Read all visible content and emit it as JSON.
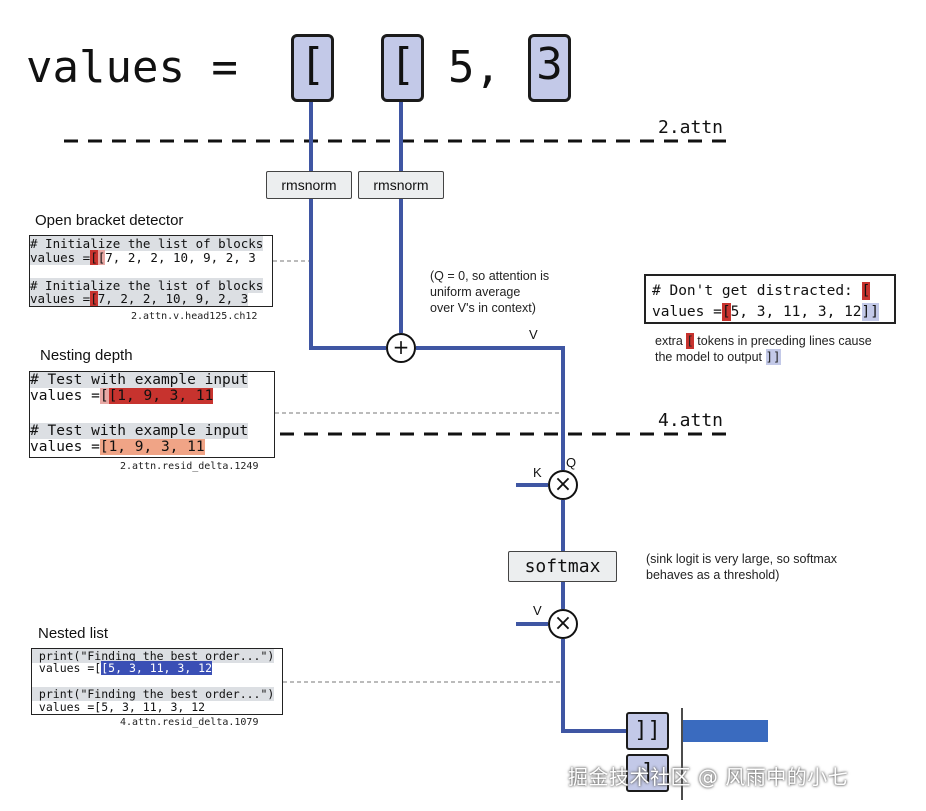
{
  "title": {
    "prefix": "values = ",
    "tokens": [
      {
        "text": "[",
        "boxed": true
      },
      {
        "text": "[",
        "boxed": true
      },
      {
        "text": "5,",
        "boxed": false
      },
      {
        "text": "3",
        "boxed": true
      }
    ]
  },
  "layers": {
    "attn2": "2.attn",
    "attn4": "4.attn"
  },
  "ops": {
    "rmsnorm_left": "rmsnorm",
    "rmsnorm_right": "rmsnorm",
    "add_symbol": "+",
    "softmax": "softmax",
    "mult_symbol": "×",
    "label_v_top": "V",
    "label_k": "K",
    "label_q": "Q",
    "label_v_bottom": "V"
  },
  "notes": {
    "uniform_average": [
      "(Q = 0, so attention is",
      "uniform average",
      "over V's in context)"
    ],
    "sink_logit": [
      "(sink logit is very large, so softmax",
      "behaves as a threshold)"
    ]
  },
  "open_bracket_detector": {
    "caption": "Open bracket detector",
    "lines": [
      {
        "parts": [
          {
            "t": "# Initialize the list of blocks",
            "c": "gray"
          }
        ]
      },
      {
        "parts": [
          {
            "t": "values =",
            "c": "gray"
          },
          {
            "t": "[",
            "c": "red"
          },
          {
            "t": "[",
            "c": "pink"
          },
          {
            "t": "7, 2, 2, 10, 9, 2, 3",
            "c": "none"
          }
        ]
      },
      {
        "parts": [
          {
            "t": "# Initialize the list of blocks",
            "c": "gray"
          }
        ]
      },
      {
        "parts": [
          {
            "t": "values =",
            "c": "gray"
          },
          {
            "t": "[",
            "c": "red"
          },
          {
            "t": "7, 2, 2, 10, 9, 2, 3",
            "c": "gray"
          }
        ]
      }
    ],
    "id": "2.attn.v.head125.ch12"
  },
  "nesting_depth": {
    "caption": "Nesting depth",
    "lines": [
      {
        "parts": [
          {
            "t": "# Test with example input",
            "c": "gray"
          }
        ]
      },
      {
        "parts": [
          {
            "t": "values =",
            "c": "none"
          },
          {
            "t": "[",
            "c": "pink"
          },
          {
            "t": "[1, 9, 3, 11",
            "c": "red"
          }
        ]
      },
      {
        "parts": [
          {
            "t": "# Test with example input",
            "c": "gray"
          }
        ]
      },
      {
        "parts": [
          {
            "t": "values =",
            "c": "none"
          },
          {
            "t": "[1, 9, 3, 11",
            "c": "salmon"
          }
        ]
      }
    ],
    "id": "2.attn.resid_delta.1249"
  },
  "nested_list": {
    "caption": "Nested list",
    "lines": [
      {
        "parts": [
          {
            "t": " print(\"Finding the best order...\")",
            "c": "gray"
          }
        ]
      },
      {
        "parts": [
          {
            "t": " values =[",
            "c": "none"
          },
          {
            "t": "[5, 3, 11, 3, 12",
            "c": "blue"
          }
        ]
      },
      {
        "parts": [
          {
            "t": " print(\"Finding the best order...\")",
            "c": "gray"
          }
        ]
      },
      {
        "parts": [
          {
            "t": " values =[5, 3, 11, 3, 12",
            "c": "none"
          }
        ]
      }
    ],
    "id": "4.attn.resid_delta.1079"
  },
  "distracted": {
    "line1": "# Don't get distracted: ",
    "line1_token": "[",
    "line2_prefix": "values =",
    "line2_token": "[",
    "line2_rest": "5, 3, 11, 3, 12",
    "line2_out": "]]",
    "caption_pre": "extra ",
    "caption_token": "[",
    "caption_post": " tokens in preceding lines cause",
    "caption_line2_pre": "the model to output ",
    "caption_line2_token": "]]"
  },
  "outputs": [
    {
      "label": "]]",
      "probability": 1.0
    },
    {
      "label": "]",
      "probability": 0.0
    }
  ],
  "watermark": "掘金技术社区 @ 风雨中的小七",
  "colors": {
    "wire": "#3f56a3",
    "token_fill": "#c3c9e8",
    "bar": "#3a6bbf",
    "red": "#c7332e",
    "pink": "#e8a8a4",
    "salmon": "#f0a486",
    "blue": "#3a4fb5",
    "gray_hl": "#dcdfe3"
  }
}
